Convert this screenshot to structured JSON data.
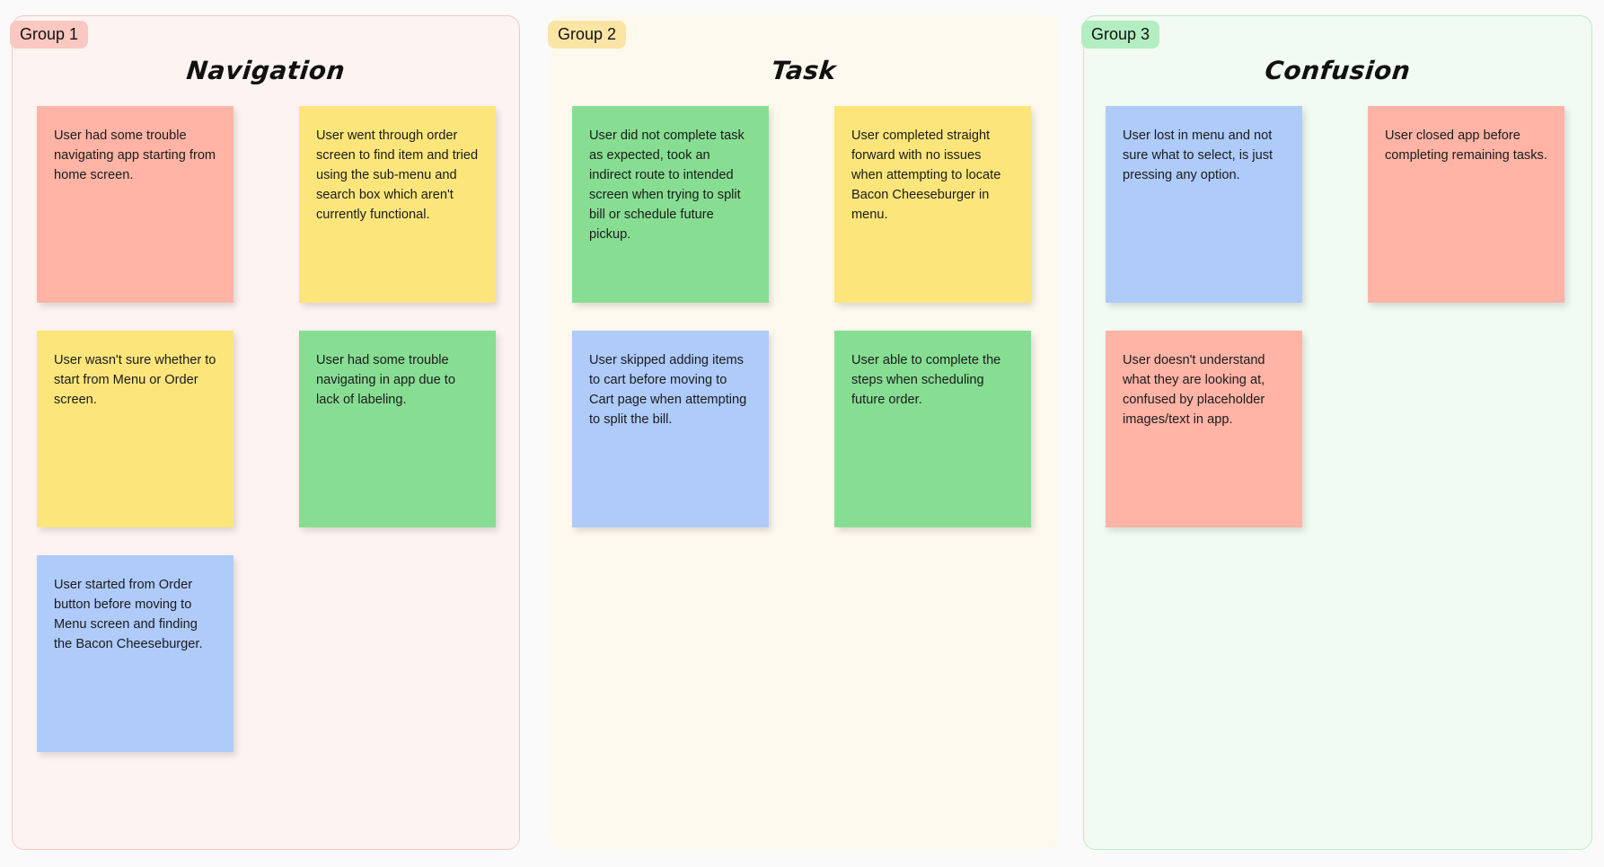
{
  "board": {
    "background_color": "#fafafa"
  },
  "groups": [
    {
      "badge_label": "Group 1",
      "badge_color": "#fac8c0",
      "title": "Navigation",
      "panel_background": "#fdf3f1",
      "panel_border": "#f6c9c2",
      "notes": [
        {
          "color_name": "red",
          "color": "#ffb4a6",
          "text": "User had some trouble navigating app starting from home screen."
        },
        {
          "color_name": "yellow",
          "color": "#fce67c",
          "text": "User went through order screen to find item and tried using the sub-menu and search box which aren't currently functional."
        },
        {
          "color_name": "yellow",
          "color": "#fce67c",
          "text": "User wasn't sure whether to start from Menu or Order screen."
        },
        {
          "color_name": "green",
          "color": "#87de93",
          "text": "User had some trouble navigating in app due to lack of labeling."
        },
        {
          "color_name": "blue",
          "color": "#aecbfa",
          "text": "User started from Order button before moving to Menu screen and finding the Bacon Cheeseburger."
        }
      ]
    },
    {
      "badge_label": "Group 2",
      "badge_color": "#fbe5a5",
      "title": "Task",
      "panel_background": "#fdf9ee",
      "panel_border": "transparent",
      "notes": [
        {
          "color_name": "green",
          "color": "#87de93",
          "text": "User did not complete task as expected, took an indirect route to intended screen when trying to split bill or schedule future pickup."
        },
        {
          "color_name": "yellow",
          "color": "#fce67c",
          "text": "User completed straight forward with no issues when attempting to locate Bacon Cheeseburger in menu."
        },
        {
          "color_name": "blue",
          "color": "#aecbfa",
          "text": "User skipped adding items to cart before moving to Cart page when attempting to split the bill."
        },
        {
          "color_name": "green",
          "color": "#87de93",
          "text": "User able to complete the steps when scheduling future order."
        }
      ]
    },
    {
      "badge_label": "Group 3",
      "badge_color": "#b3eec0",
      "title": "Confusion",
      "panel_background": "#f1fbf2",
      "panel_border": "#b9ebc4",
      "notes": [
        {
          "color_name": "blue",
          "color": "#aecbfa",
          "text": "User lost in menu and not sure what to select, is just pressing any option."
        },
        {
          "color_name": "red",
          "color": "#ffb4a6",
          "text": "User closed app before completing remaining tasks."
        },
        {
          "color_name": "red",
          "color": "#ffb4a6",
          "text": "User doesn't understand what they are looking at, confused by placeholder images/text in app."
        }
      ]
    }
  ]
}
